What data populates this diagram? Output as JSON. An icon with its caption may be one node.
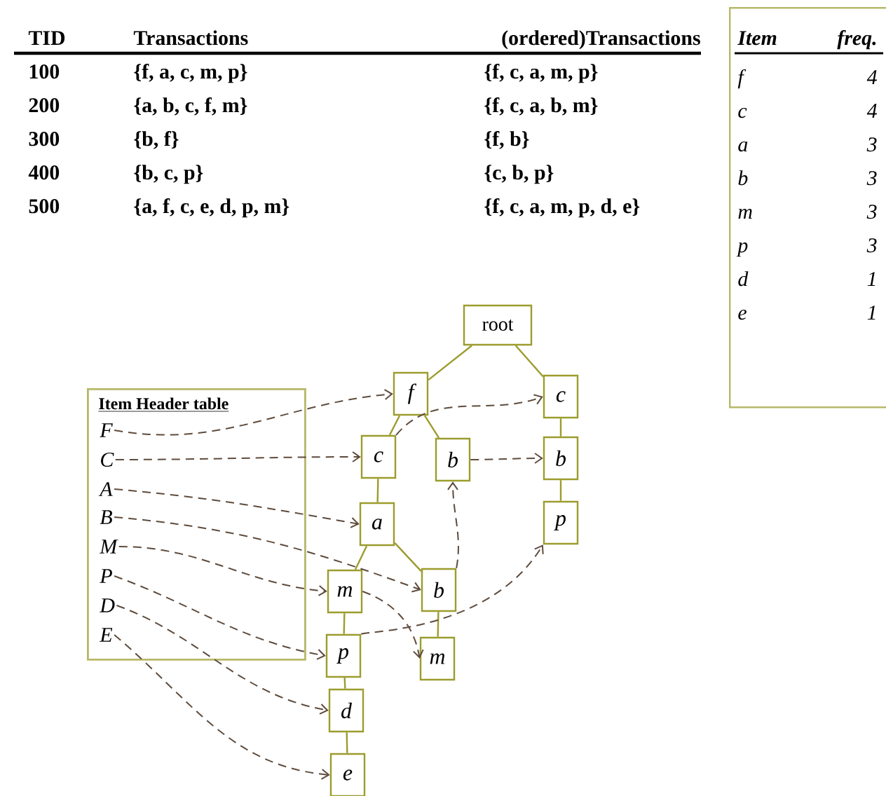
{
  "diagram": {
    "nodes": [
      {
        "text": [
          "Item",
          "freq.",
          "f",
          "4",
          "c",
          "4",
          "a",
          "3",
          "b",
          "3",
          "m",
          "3",
          "p",
          "3",
          "d",
          "1",
          "e",
          "1"
        ]
      },
      {
        "text": [
          "root"
        ]
      },
      {
        "text": [
          "f"
        ]
      },
      {
        "text": [
          "c"
        ]
      },
      {
        "text": [
          "Item Header table"
        ]
      },
      {
        "text": [
          "F"
        ],
        "in": 4
      },
      {
        "text": [
          "C"
        ],
        "in": 4
      },
      {
        "text": [
          "A"
        ],
        "in": 4
      },
      {
        "text": [
          "B"
        ],
        "in": 4
      },
      {
        "text": [
          "M"
        ],
        "in": 4
      },
      {
        "text": [
          "P"
        ],
        "in": 4
      },
      {
        "text": [
          "D"
        ],
        "in": 4
      },
      {
        "text": [
          "E"
        ],
        "in": 4
      },
      {
        "text": [
          "c"
        ]
      },
      {
        "text": [
          "b"
        ]
      },
      {
        "text": [
          "b"
        ]
      },
      {
        "text": [
          "a"
        ]
      },
      {
        "text": [
          "p"
        ]
      },
      {
        "text": [
          "m"
        ]
      },
      {
        "text": [
          "b"
        ]
      },
      {
        "text": [
          "p"
        ]
      },
      {
        "text": [
          "m"
        ]
      },
      {
        "text": [
          "d"
        ]
      },
      {
        "text": [
          "e"
        ]
      }
    ],
    "edges": [
      {
        "from": 1,
        "to": 2,
        "arrow": "none"
      },
      {
        "from": 1,
        "to": 3,
        "arrow": "none"
      },
      {
        "from": 2,
        "to": 13,
        "arrow": "none"
      },
      {
        "from": 2,
        "to": 14,
        "arrow": "none"
      },
      {
        "from": 3,
        "to": 15,
        "arrow": "none"
      },
      {
        "from": 15,
        "to": 17,
        "arrow": "none"
      },
      {
        "from": 13,
        "to": 16,
        "arrow": "none"
      },
      {
        "from": 16,
        "to": 18,
        "arrow": "none"
      },
      {
        "from": 16,
        "to": 19,
        "arrow": "none"
      },
      {
        "from": 18,
        "to": 20,
        "arrow": "none"
      },
      {
        "from": 19,
        "to": 21,
        "arrow": "none"
      },
      {
        "from": 20,
        "to": 22,
        "arrow": "none"
      },
      {
        "from": 22,
        "to": 23,
        "arrow": "none"
      },
      {
        "from": 5,
        "to": 2,
        "arrow": "to",
        "style": "dashed",
        "color": "#5e4b3c"
      },
      {
        "from": 6,
        "to": 13,
        "arrow": "to",
        "style": "dashed",
        "color": "#5e4b3c"
      },
      {
        "from": 13,
        "to": 3,
        "arrow": "to",
        "style": "dashed",
        "color": "#5e4b3c"
      },
      {
        "from": 14,
        "to": 15,
        "arrow": "to",
        "style": "dashed",
        "color": "#5e4b3c"
      },
      {
        "from": 7,
        "to": 16,
        "arrow": "to",
        "style": "dashed",
        "color": "#5e4b3c"
      },
      {
        "from": 8,
        "to": 19,
        "arrow": "to",
        "style": "dashed",
        "color": "#5e4b3c"
      },
      {
        "from": 9,
        "to": 18,
        "arrow": "to",
        "style": "dashed",
        "color": "#5e4b3c"
      },
      {
        "from": 18,
        "to": 21,
        "arrow": "to",
        "style": "dashed",
        "color": "#5e4b3c"
      },
      {
        "from": 19,
        "to": 14,
        "arrow": "to",
        "style": "dashed",
        "color": "#5e4b3c"
      },
      {
        "from": 10,
        "to": 20,
        "arrow": "to",
        "style": "dashed",
        "color": "#5e4b3c"
      },
      {
        "from": 20,
        "to": 17,
        "arrow": "to",
        "style": "dashed",
        "color": "#5e4b3c"
      },
      {
        "from": 11,
        "to": 22,
        "arrow": "to",
        "style": "dashed",
        "color": "#5e4b3c"
      },
      {
        "from": 12,
        "to": 23,
        "arrow": "to",
        "style": "dashed",
        "color": "#5e4b3c"
      }
    ],
    "labels": [
      "TID",
      "Transactions",
      "(ordered)Transactions",
      "100",
      "{f, a, c, m, p}",
      "{f, c, a, m, p}",
      "200",
      "{a, b, c, f,  m}",
      "{f, c, a, b, m}",
      "300",
      "{b, f}",
      "{f, b}",
      "400",
      "{b, c, p}",
      "{c, b, p}",
      "500",
      "{a, f, c, e, d, p, m}",
      "{f, c, a, m, p, d, e}"
    ]
  }
}
